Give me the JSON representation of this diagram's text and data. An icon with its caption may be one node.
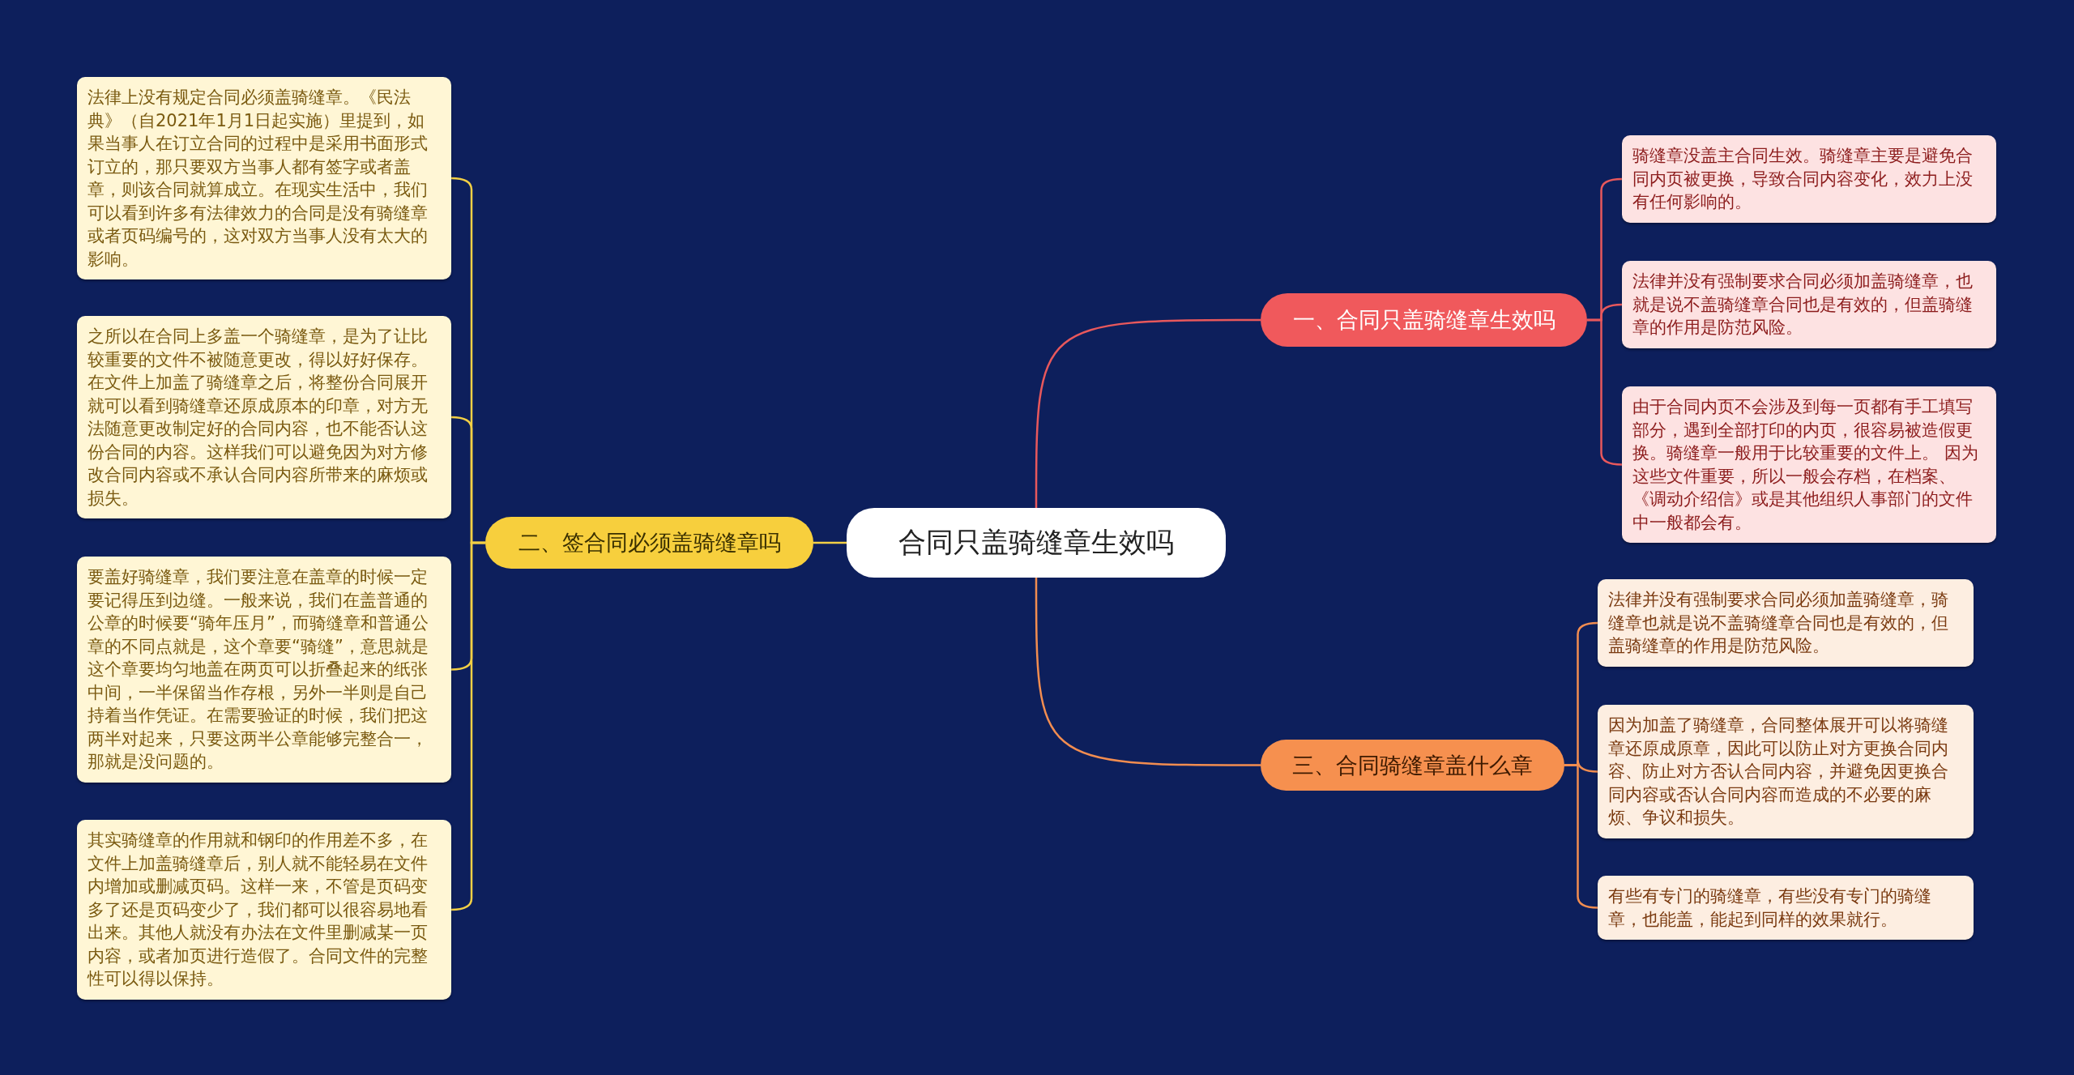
{
  "diagram": {
    "nodes": [
      {
        "text": [
          "合同只盖骑缝章生效吗"
        ]
      },
      {
        "text": [
          "一、合同只盖骑缝章生效吗"
        ]
      },
      {
        "text": [
          "骑缝章没盖主合同生效。骑缝章主要是避免合同内页被更换，导致合同内容变化，效力上没有任何影响的。"
        ]
      },
      {
        "text": [
          "法律并没有强制要求合同必须加盖骑缝章，也就是说不盖骑缝章合同也是有效的，但盖骑缝章的作用是防范风险。"
        ]
      },
      {
        "text": [
          "由于合同内页不会涉及到每一页都有手工填写部分，遇到全部打印的内页，很容易被造假更换。骑缝章一般用于比较重要的文件上。 因为这些文件重要，所以一般会存档，在档案、《调动介绍信》或是其他组织人事部门的文件中一般都会有。"
        ]
      },
      {
        "text": [
          "二、签合同必须盖骑缝章吗"
        ]
      },
      {
        "text": [
          "法律上没有规定合同必须盖骑缝章。《民法典》（自2021年1月1日起实施）里提到，如果当事人在订立合同的过程中是采用书面形式订立的，那只要双方当事人都有签字或者盖章，则该合同就算成立。在现实生活中，我们可以看到许多有法律效力的合同是没有骑缝章或者页码编号的，这对双方当事人没有太大的影响。"
        ]
      },
      {
        "text": [
          "之所以在合同上多盖一个骑缝章，是为了让比较重要的文件不被随意更改，得以好好保存。在文件上加盖了骑缝章之后，将整份合同展开就可以看到骑缝章还原成原本的印章，对方无法随意更改制定好的合同内容，也不能否认这份合同的内容。这样我们可以避免因为对方修改合同内容或不承认合同内容所带来的麻烦或损失。"
        ]
      },
      {
        "text": [
          "要盖好骑缝章，我们要注意在盖章的时候一定要记得压到边缝。一般来说，我们在盖普通的公章的时候要“骑年压月”，而骑缝章和普通公章的不同点就是，这个章要“骑缝”，意思就是这个章要均匀地盖在两页可以折叠起来的纸张中间，一半保留当作存根，另外一半则是自己持着当作凭证。在需要验证的时候，我们把这两半对起来，只要这两半公章能够完整合一，那就是没问题的。"
        ]
      },
      {
        "text": [
          "其实骑缝章的作用就和钢印的作用差不多，在文件上加盖骑缝章后，别人就不能轻易在文件内增加或删减页码。这样一来，不管是页码变多了还是页码变少了，我们都可以很容易地看出来。其他人就没有办法在文件里删减某一页内容，或者加页进行造假了。合同文件的完整性可以得以保持。"
        ]
      },
      {
        "text": [
          "三、合同骑缝章盖什么章"
        ]
      },
      {
        "text": [
          "法律并没有强制要求合同必须加盖骑缝章，骑缝章也就是说不盖骑缝章合同也是有效的，但盖骑缝章的作用是防范风险。"
        ]
      },
      {
        "text": [
          "因为加盖了骑缝章，合同整体展开可以将骑缝章还原成原章，因此可以防止对方更换合同内容、防止对方否认合同内容，并避免因更换合同内容或否认合同内容而造成的不必要的麻烦、争议和损失。"
        ]
      },
      {
        "text": [
          "有些有专门的骑缝章，有些没有专门的骑缝章，也能盖，能起到同样的效果就行。"
        ]
      }
    ],
    "edges": [
      {
        "from": 0,
        "to": 1,
        "arrow": "none",
        "color": "#e8585c"
      },
      {
        "from": 1,
        "to": 2,
        "arrow": "none",
        "color": "#e8585c"
      },
      {
        "from": 1,
        "to": 3,
        "arrow": "none",
        "color": "#e8585c"
      },
      {
        "from": 1,
        "to": 4,
        "arrow": "none",
        "color": "#e8585c"
      },
      {
        "from": 0,
        "to": 5,
        "arrow": "none"
      },
      {
        "from": 5,
        "to": 6,
        "arrow": "none"
      },
      {
        "from": 5,
        "to": 7,
        "arrow": "none"
      },
      {
        "from": 5,
        "to": 8,
        "arrow": "none"
      },
      {
        "from": 5,
        "to": 9,
        "arrow": "none"
      },
      {
        "from": 0,
        "to": 10,
        "arrow": "none",
        "color": "#f28d50"
      },
      {
        "from": 10,
        "to": 11,
        "arrow": "none",
        "color": "#f28d50"
      },
      {
        "from": 10,
        "to": 12,
        "arrow": "none",
        "color": "#f28d50"
      },
      {
        "from": 10,
        "to": 13,
        "arrow": "none",
        "color": "#f28d50"
      }
    ]
  }
}
